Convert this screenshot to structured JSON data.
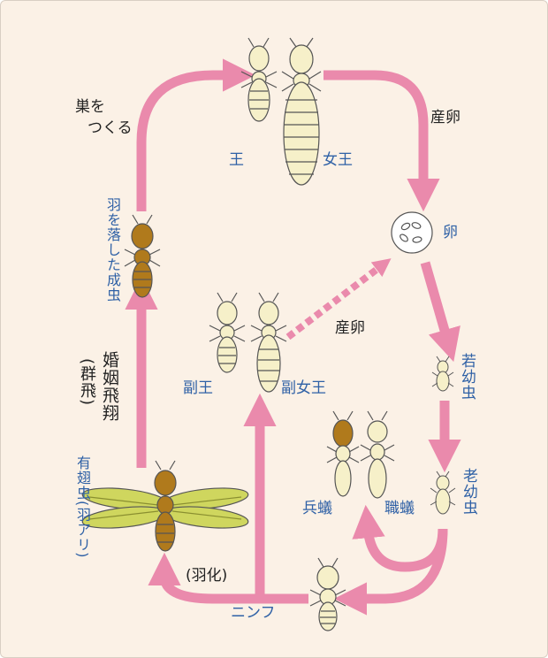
{
  "colors": {
    "arrow": "#ea8aac",
    "label_blue": "#2f61a6",
    "text_black": "#222222",
    "larva_fill": "#f6f0c9",
    "brown": "#b07a1c",
    "wing": "#cfd65e",
    "background": "#fbf1e6"
  },
  "labels": {
    "king": "王",
    "queen": "女王",
    "egg": "卵",
    "young_larva": "若幼虫",
    "old_larva": "老幼虫",
    "soldier": "兵蟻",
    "worker": "職蟻",
    "nymph": "ニンフ",
    "winged": "有翅虫(羽アリ)",
    "dealate": "羽を落した成虫",
    "sub_king": "副王",
    "sub_queen": "副女王",
    "nest_line1": "巣を",
    "nest_line2": "つくる",
    "lay_eggs_top": "産卵",
    "lay_eggs_mid": "産卵",
    "swarming_line1": "婚姻飛翔",
    "swarming_line2": "(群飛)",
    "emergence": "(羽化)"
  },
  "icons": [
    "king-termite-icon",
    "queen-termite-icon",
    "egg-icon",
    "young-larva-icon",
    "old-larva-icon",
    "soldier-termite-icon",
    "worker-termite-icon",
    "nymph-termite-icon",
    "winged-termite-icon",
    "dealate-termite-icon",
    "sub-king-termite-icon",
    "sub-queen-termite-icon"
  ]
}
